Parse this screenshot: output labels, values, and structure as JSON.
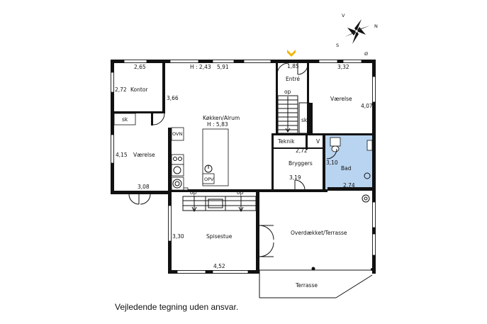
{
  "rooms": {
    "kontor": "Kontor",
    "koekken": "Køkken/Alrum",
    "koekken_height": "H : 5,83",
    "entre": "Entré",
    "vaerelse_right": "Værelse",
    "vaerelse_left": "Værelse",
    "teknik": "Teknik",
    "bryggers": "Bryggers",
    "bad": "Bad",
    "spisestue": "Spisestue",
    "overdaekket": "Overdækket/Terrasse",
    "terrasse": "Terrasse"
  },
  "dimensions": {
    "d265": "2,65",
    "h243": "H : 2,43",
    "d591": "5,91",
    "d185": "1,85",
    "d332": "3,32",
    "d272a": "2,72",
    "d366": "3,66",
    "d407": "4,07",
    "d415": "4,15",
    "d308": "3,08",
    "d272b": "2,72",
    "d310": "3,10",
    "d319": "3,19",
    "d274": "2,74",
    "d330": "3,30",
    "d452": "4,52"
  },
  "fixtures": {
    "sk1": "sk",
    "sk2": "sk",
    "ovn": "OVN",
    "opv": "OPV",
    "v": "V",
    "op_stairs": "op",
    "op_a": "op",
    "op_b": "op"
  },
  "compass": {
    "n": "N",
    "s": "S",
    "v": "V",
    "o": "Ø"
  },
  "colors": {
    "bathroom": "#b8d4f0",
    "entrance_marker": "#f0b400",
    "walls": "#111111"
  },
  "disclaimer": "Vejledende tegning uden ansvar."
}
